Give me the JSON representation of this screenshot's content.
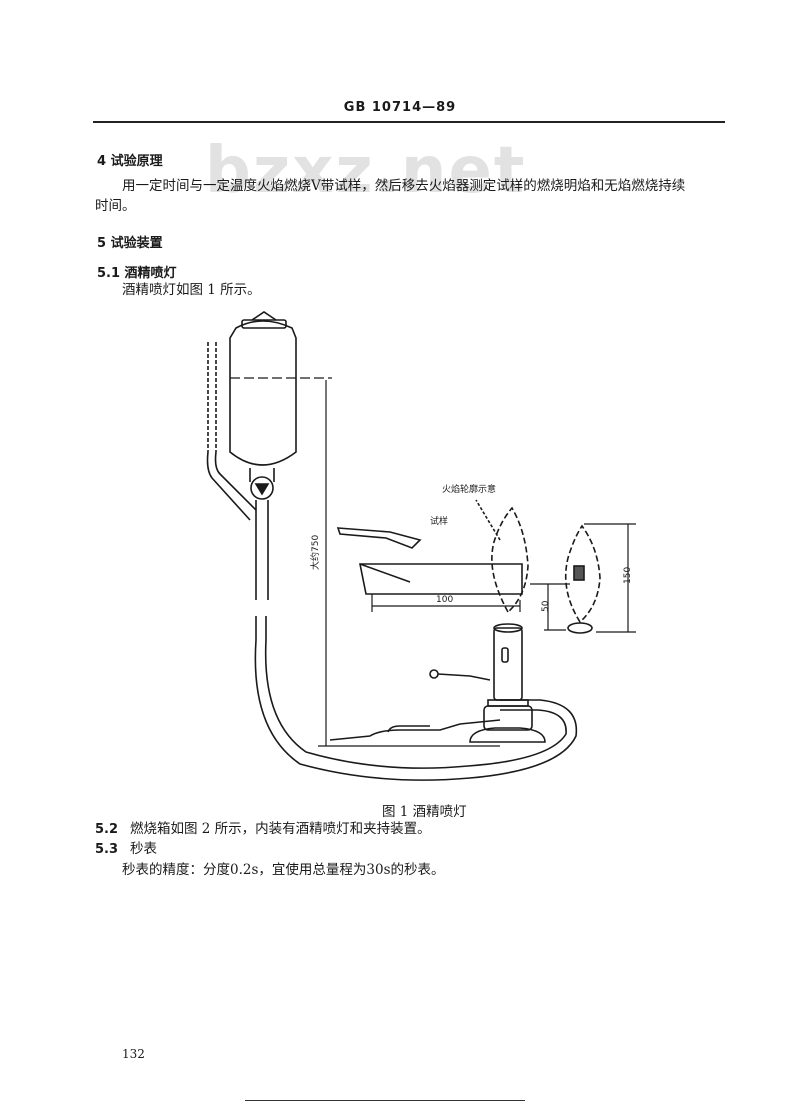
{
  "header": {
    "standard_id": "GB 10714—89"
  },
  "watermark": "bzxz.net",
  "section4": {
    "heading": "4  试验原理",
    "para_line1": "用一定时间与一定温度火焰燃烧V带试样，然后移去火焰器测定试样的燃烧明焰和无焰燃烧持续",
    "para_line2": "时间。"
  },
  "section5": {
    "heading": "5  试验装置",
    "s51_heading": "5.1  酒精喷灯",
    "s51_text": "酒精喷灯如图 1 所示。"
  },
  "figure": {
    "label_flame_outline": "火焰轮廓示意",
    "label_specimen": "试样",
    "dim_750": "大约750",
    "dim_100": "100",
    "dim_50": "50",
    "dim_150": "150",
    "caption": "图 1  酒精喷灯"
  },
  "section52": {
    "num": "5.2",
    "text": "燃烧箱如图 2 所示，内装有酒精喷灯和夹持装置。"
  },
  "section53": {
    "num": "5.3",
    "heading": "秒表",
    "text": "秒表的精度：分度0.2s，宜使用总量程为30s的秒表。"
  },
  "footer": {
    "page_number": "132"
  }
}
